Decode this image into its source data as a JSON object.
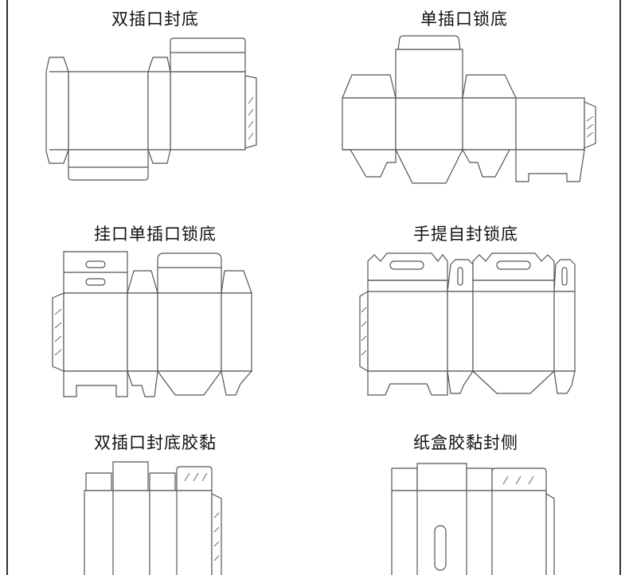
{
  "dielines": [
    {
      "title": "双插口封底"
    },
    {
      "title": "单插口锁底"
    },
    {
      "title": "挂口单插口锁底"
    },
    {
      "title": "手提自封锁底"
    },
    {
      "title": "双插口封底胶黏"
    },
    {
      "title": "纸盒胶黏封侧"
    }
  ]
}
